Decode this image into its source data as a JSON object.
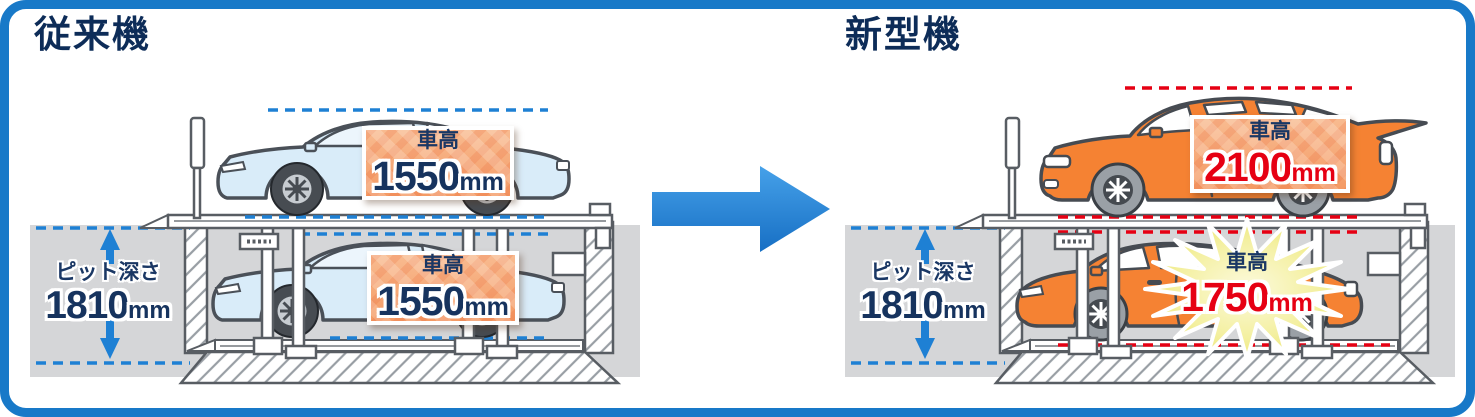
{
  "left": {
    "title": "従来機",
    "upper": {
      "label": "車高",
      "value": "1550",
      "unit": "mm"
    },
    "lower": {
      "label": "車高",
      "value": "1550",
      "unit": "mm"
    },
    "pit": {
      "label": "ピット深さ",
      "value": "1810",
      "unit": "mm"
    }
  },
  "right": {
    "title": "新型機",
    "upper": {
      "label": "車高",
      "value": "2100",
      "unit": "mm"
    },
    "lower": {
      "label": "車高",
      "value": "1750",
      "unit": "mm"
    },
    "pit": {
      "label": "ピット深さ",
      "value": "1810",
      "unit": "mm"
    }
  },
  "icons": {
    "transition_arrow": "right-arrow",
    "pit_depth_arrows": "up-down-arrows",
    "highlight_burst": "starburst"
  },
  "colors": {
    "frame_blue": "#1879c8",
    "title_navy": "#0d2c58",
    "value_navy": "#16335e",
    "highlight_red": "#e60013",
    "dash_blue": "#1e80d4",
    "car_pale_blue": "#d9ecf9",
    "car_orange": "#f58233",
    "ground_gray": "#d5d6d8",
    "burst_yellow": "#ece765",
    "label_box_orange": "#f5a272"
  }
}
